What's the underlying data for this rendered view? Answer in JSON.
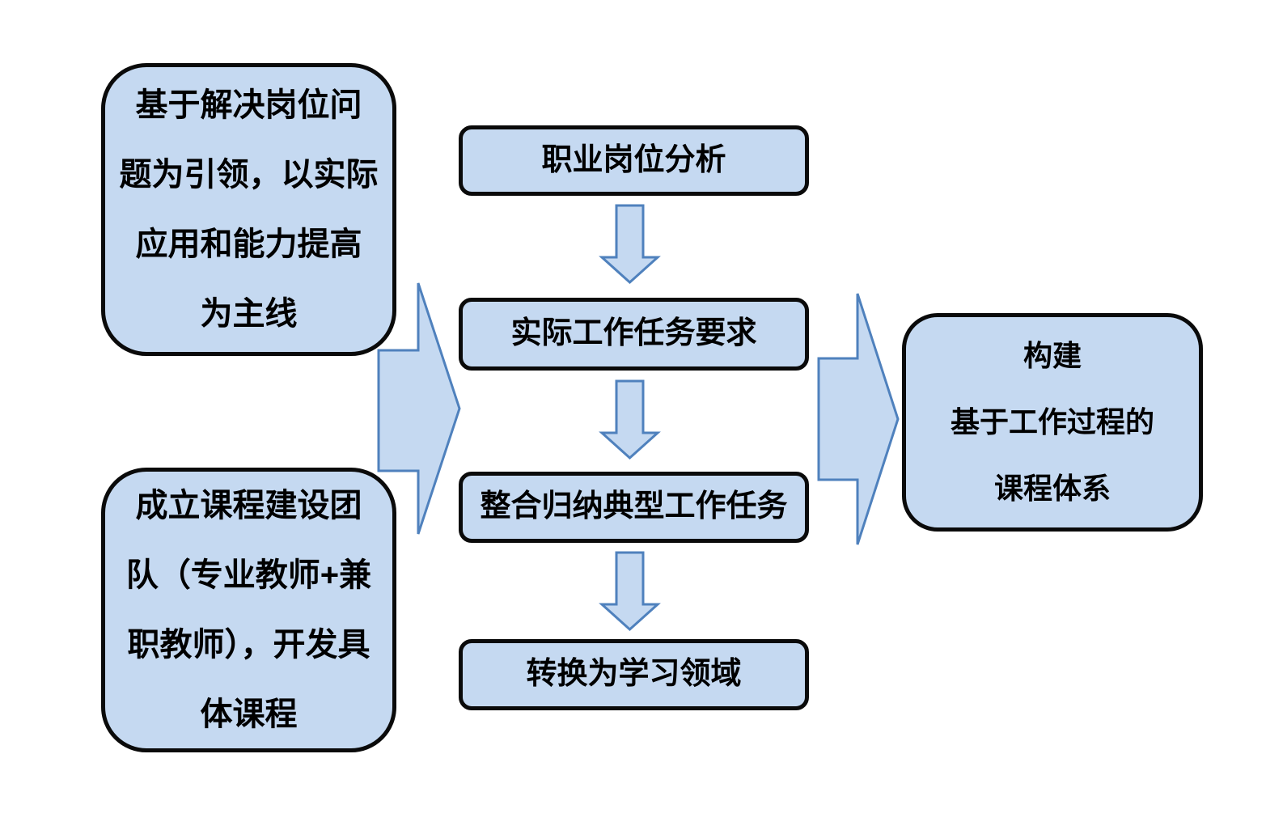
{
  "diagram": {
    "left_notes": [
      {
        "text": "基于解决岗位问\n题为引领，以实际\n应用和能力提高\n为主线"
      },
      {
        "text": "成立课程建设团\n队（专业教师+兼\n职教师），开发具\n体课程"
      }
    ],
    "flow_steps": [
      {
        "label": "职业岗位分析"
      },
      {
        "label": "实际工作任务要求"
      },
      {
        "label": "整合归纳典型工作任务"
      },
      {
        "label": "转换为学习领域"
      }
    ],
    "result_box": {
      "text": "构建\n基于工作过程的\n课程体系"
    },
    "icons": {
      "down_arrow": "down-arrow-icon",
      "right_arrow": "right-arrow-icon"
    },
    "colors": {
      "box_fill": "#c5d9f1",
      "box_border": "#0a0a0a",
      "arrow_fill": "#c5d9f1",
      "arrow_stroke": "#4f81bd",
      "text_color": "#000000",
      "background": "#ffffff"
    }
  }
}
